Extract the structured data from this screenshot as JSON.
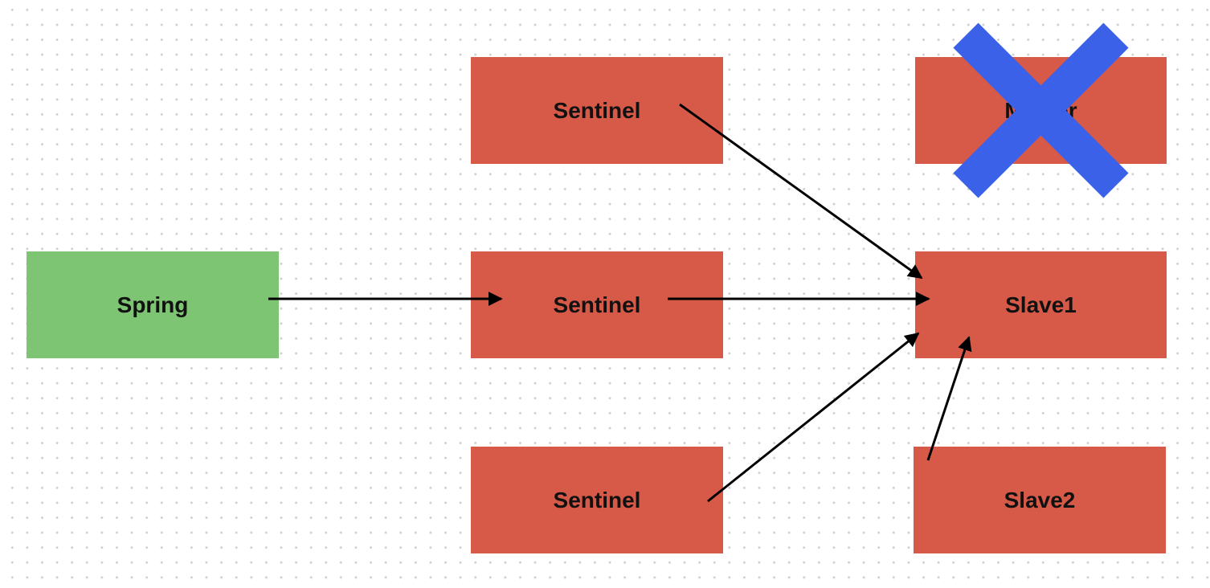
{
  "diagram": {
    "nodes": {
      "spring": {
        "label": "Spring"
      },
      "sentinel_1": {
        "label": "Sentinel"
      },
      "sentinel_2": {
        "label": "Sentinel"
      },
      "sentinel_3": {
        "label": "Sentinel"
      },
      "master": {
        "label": "Master",
        "status": "failed"
      },
      "slave1": {
        "label": "Slave1"
      },
      "slave2": {
        "label": "Slave2"
      }
    },
    "edges": [
      {
        "from": "spring",
        "to": "sentinel_2"
      },
      {
        "from": "sentinel_1",
        "to": "slave1"
      },
      {
        "from": "sentinel_2",
        "to": "slave1"
      },
      {
        "from": "sentinel_3",
        "to": "slave1"
      },
      {
        "from": "slave2",
        "to": "slave1"
      }
    ],
    "failure_mark": {
      "target": "master",
      "icon": "x-cross-icon"
    }
  },
  "colors": {
    "app_node": "#7ec573",
    "redis_node": "#d75a48",
    "failure_mark": "#3a61e8",
    "arrow": "#000000",
    "label": "#111111"
  }
}
